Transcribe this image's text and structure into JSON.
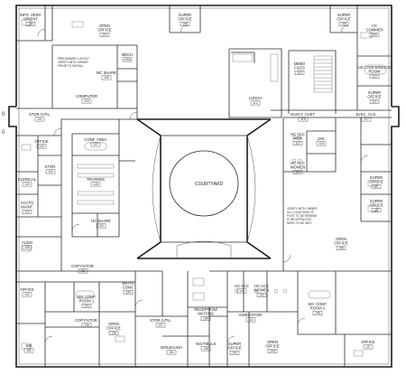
{
  "plan": {
    "courtyard": "COURTYARD",
    "notes": {
      "computer_note": [
        "PRELIMINARY LAYOUT",
        "VERIFY WITH OWNER",
        "PRIOR TO INSTALL"
      ],
      "east_note": [
        "VERIFY WITH OWNER",
        "ALL LOCATIONS OF",
        "POST TO DETERMINE",
        "IF RECEPTACLES",
        "NEED TO BE INST."
      ]
    },
    "edge_marks": [
      "0",
      "0"
    ],
    "rooms": [
      {
        "id": "info-serv-orient",
        "lines": [
          "INFO. SERV.",
          "ORIENT"
        ],
        "num": "102"
      },
      {
        "id": "open-office-nw",
        "lines": [
          "OPEN",
          "OFFICE"
        ],
        "num": "103"
      },
      {
        "id": "super-office-n1",
        "lines": [
          "SUPER",
          "OFFICE"
        ],
        "num": "106"
      },
      {
        "id": "super-office-n2",
        "lines": [
          "SUPER",
          "OFFICE"
        ],
        "num": "108"
      },
      {
        "id": "cc-commen",
        "lines": [
          "CC",
          "COMMEN"
        ],
        "num": "109"
      },
      {
        "id": "computer",
        "lines": [
          "COMPUTER"
        ],
        "num": "104"
      },
      {
        "id": "mc-share",
        "lines": [
          "MC SHARE"
        ],
        "num": "105"
      },
      {
        "id": "mech",
        "lines": [
          "MECH"
        ],
        "num": "105A"
      },
      {
        "id": "lunch",
        "lines": [
          "LUNCH"
        ],
        "num": "112"
      },
      {
        "id": "demo-files",
        "lines": [
          "DEMO",
          "FILES"
        ],
        "num": "115"
      },
      {
        "id": "us-conference",
        "lines": [
          "US CONFERENCE",
          "ROOM"
        ],
        "num": "110"
      },
      {
        "id": "super-office-ne",
        "lines": [
          "SUPER",
          "OFFICE"
        ],
        "num": "111"
      },
      {
        "id": "stor-util",
        "lines": [
          "STOR./UTIL."
        ],
        "num": "101"
      },
      {
        "id": "elect-cust",
        "lines": [
          "ELECT. CUST."
        ],
        "num": "116"
      },
      {
        "id": "elect-cls",
        "lines": [
          "ELEC. CLS."
        ],
        "num": "117"
      },
      {
        "id": "office-w1",
        "lines": [
          "OFFICE"
        ],
        "num": "125"
      },
      {
        "id": "conf-area",
        "lines": [
          "CONF. AREA"
        ],
        "num": "127"
      },
      {
        "id": "stor-w",
        "lines": [
          "STOR."
        ],
        "num": "126"
      },
      {
        "id": "hc-acc-men",
        "lines": [
          "HC ACC",
          "MEN"
        ],
        "num": "119"
      },
      {
        "id": "hc-acc-women",
        "lines": [
          "HC ACC",
          "WOMEN"
        ],
        "num": "120"
      },
      {
        "id": "jan",
        "lines": [
          "JAN."
        ],
        "num": "118"
      },
      {
        "id": "clerical",
        "lines": [
          "CLERICAL"
        ],
        "num": "124"
      },
      {
        "id": "training",
        "lines": [
          "TRAINING"
        ],
        "num": "128"
      },
      {
        "id": "super-office-e1",
        "lines": [
          "SUPER",
          "OFFICE"
        ],
        "num": "121"
      },
      {
        "id": "super-office-e2",
        "lines": [
          "SUPER",
          "OFFICE"
        ],
        "num": "122"
      },
      {
        "id": "acctg-maint",
        "lines": [
          "ACCTG",
          "MAINT."
        ],
        "num": "123"
      },
      {
        "id": "hc-share",
        "lines": [
          "HC SHARE"
        ],
        "num": "129"
      },
      {
        "id": "alien",
        "lines": [
          "ALIEN"
        ],
        "num": "130"
      },
      {
        "id": "open-office-e",
        "lines": [
          "OPEN",
          "OFFICE"
        ],
        "num": "148"
      },
      {
        "id": "copy-stor-w",
        "lines": [
          "COPY/STOR."
        ],
        "num": "131"
      },
      {
        "id": "office-sw1",
        "lines": [
          "OFFICE"
        ],
        "num": "132"
      },
      {
        "id": "sm-conf-1",
        "lines": [
          "SM. CONF.",
          "ROOM 1"
        ],
        "num": "133"
      },
      {
        "id": "waiting-a",
        "lines": [
          "WAITG",
          "CONF."
        ],
        "num": "134"
      },
      {
        "id": "hc-acc-s1",
        "lines": [
          "HC ACC"
        ],
        "num": "140"
      },
      {
        "id": "hc-acc-women-s",
        "lines": [
          "HC ACC",
          "WOMEN"
        ],
        "num": "141"
      },
      {
        "id": "sm-conf-2",
        "lines": [
          "SM. CONF.",
          "ROOM 2"
        ],
        "num": "146"
      },
      {
        "id": "reception",
        "lines": [
          "RECEPTION/",
          "WAITING"
        ],
        "num": "139"
      },
      {
        "id": "video-stor",
        "lines": [
          "VIDEO/STOR."
        ],
        "num": "142"
      },
      {
        "id": "copy-stor-s",
        "lines": [
          "COPY/STOR."
        ],
        "num": "135"
      },
      {
        "id": "open-office-sw",
        "lines": [
          "OPEN",
          "OFFICE"
        ],
        "num": "136"
      },
      {
        "id": "stor-util-s",
        "lines": [
          "STOR./UTIL."
        ],
        "num": "137"
      },
      {
        "id": "kbi",
        "lines": [
          "KBI"
        ],
        "num": "150"
      },
      {
        "id": "vestibule",
        "lines": [
          "VESTIBULE"
        ],
        "num": "138"
      },
      {
        "id": "super-office-s",
        "lines": [
          "SUPER",
          "OFFICE"
        ],
        "num": "143"
      },
      {
        "id": "open-office-se",
        "lines": [
          "OPEN",
          "OFFICE"
        ],
        "num": "144"
      },
      {
        "id": "office-se",
        "lines": [
          "OFFICE"
        ],
        "num": "147"
      },
      {
        "id": "wolbaugh",
        "lines": [
          "WOLBAUGH"
        ],
        "num": "151"
      }
    ]
  }
}
